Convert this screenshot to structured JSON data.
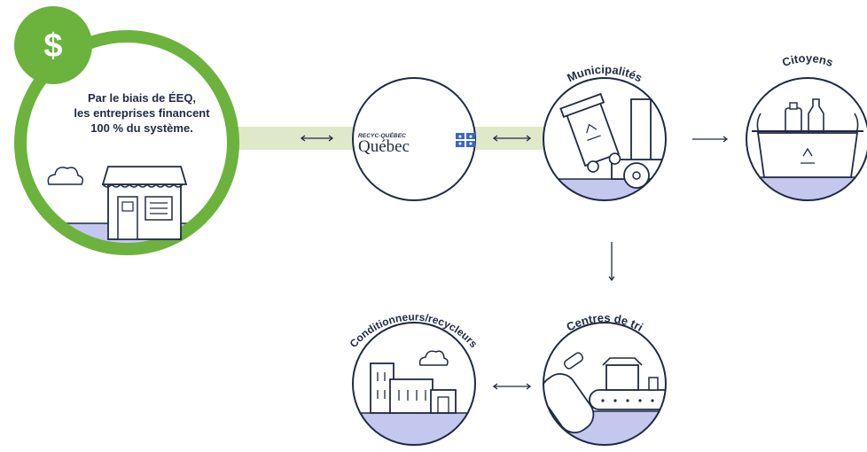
{
  "dollar_symbol": "$",
  "funding_text": {
    "line1": "Par le biais de ÉEQ,",
    "line2": "les entreprises financent",
    "line3": "100 % du système."
  },
  "logo": {
    "top": "RECYC-QUÉBEC",
    "main": "Québec"
  },
  "nodes": {
    "municipalites": "Municipalités",
    "citoyens": "Citoyens",
    "centres_de_tri": "Centres de tri",
    "conditionneurs": "Conditionneurs/recycleurs"
  },
  "colors": {
    "accent_green": "#6bb33c",
    "navy": "#1f2a44",
    "ground": "#c4c7ee",
    "connector": "#dfe9c9"
  },
  "icons": [
    "dollar-icon",
    "cloud-icon",
    "store-icon",
    "quebec-flag-icon",
    "recycling-bin-icon",
    "truck-icon",
    "bin-icon",
    "recycle-icon",
    "sorting-conveyor-icon",
    "factory-icon"
  ]
}
